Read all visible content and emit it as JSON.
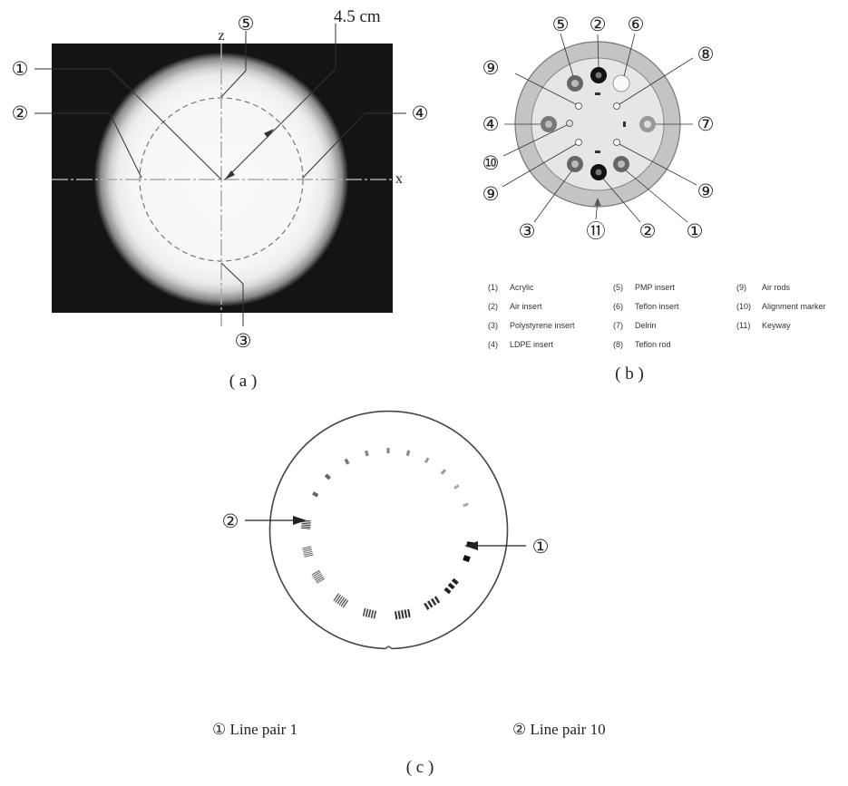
{
  "panel_a": {
    "markers": [
      "①",
      "②",
      "③",
      "④",
      "⑤"
    ],
    "dimension_label": "4.5 cm",
    "axis_z": "z",
    "axis_x": "x",
    "caption": "( a )"
  },
  "panel_b": {
    "markers": {
      "m5": "⑤",
      "m2_top": "②",
      "m6": "⑥",
      "m9_ul": "⑨",
      "m8": "⑧",
      "m4": "④",
      "m7": "⑦",
      "m10": "⑩",
      "m9_ll": "⑨",
      "m9_lr": "⑨",
      "m3": "③",
      "m11": "⑪",
      "m2_bot": "②",
      "m1": "①"
    },
    "legend": [
      {
        "num": "(1)",
        "text": "Acrylic"
      },
      {
        "num": "(2)",
        "text": "Air insert"
      },
      {
        "num": "(3)",
        "text": "Polystyrene insert"
      },
      {
        "num": "(4)",
        "text": "LDPE insert"
      },
      {
        "num": "(5)",
        "text": "PMP insert"
      },
      {
        "num": "(6)",
        "text": "Teflon insert"
      },
      {
        "num": "(7)",
        "text": "Delrin"
      },
      {
        "num": "(8)",
        "text": "Teflon rod"
      },
      {
        "num": "(9)",
        "text": "Air rods"
      },
      {
        "num": "(10)",
        "text": "Alignment marker"
      },
      {
        "num": "(11)",
        "text": "Keyway"
      }
    ],
    "caption": "( b )"
  },
  "panel_c": {
    "marker_right": "①",
    "marker_left": "②",
    "legend_1": "① Line pair 1",
    "legend_2": "② Line pair 10",
    "caption": "( c )"
  }
}
